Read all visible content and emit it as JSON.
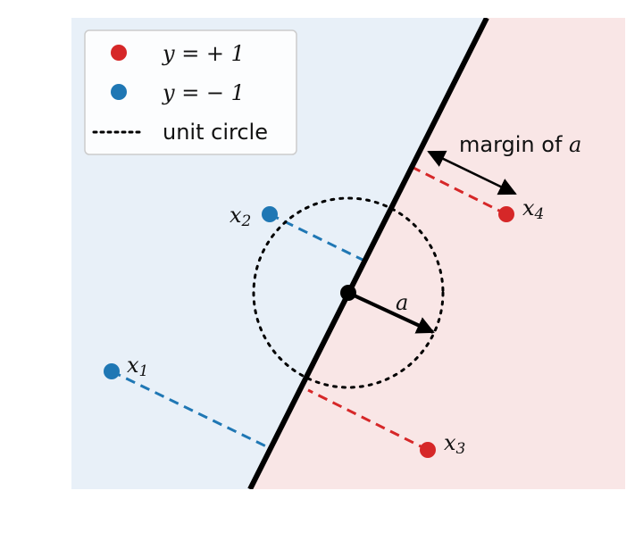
{
  "colors": {
    "positive": "#d62728",
    "negative": "#1f77b4",
    "positive_region": "#f9e6e6",
    "negative_region": "#e8f0f8",
    "boundary": "#000000"
  },
  "legend": {
    "positive_label": "y = + 1",
    "negative_label": "y = − 1",
    "circle_label": "unit circle"
  },
  "labels": {
    "vector": "a",
    "margin_prefix": "margin of",
    "margin_var": "a"
  },
  "points": [
    {
      "id": "x1",
      "var": "x",
      "sub": "1",
      "class": "negative"
    },
    {
      "id": "x2",
      "var": "x",
      "sub": "2",
      "class": "negative"
    },
    {
      "id": "x3",
      "var": "x",
      "sub": "3",
      "class": "positive"
    },
    {
      "id": "x4",
      "var": "x",
      "sub": "4",
      "class": "positive"
    }
  ]
}
